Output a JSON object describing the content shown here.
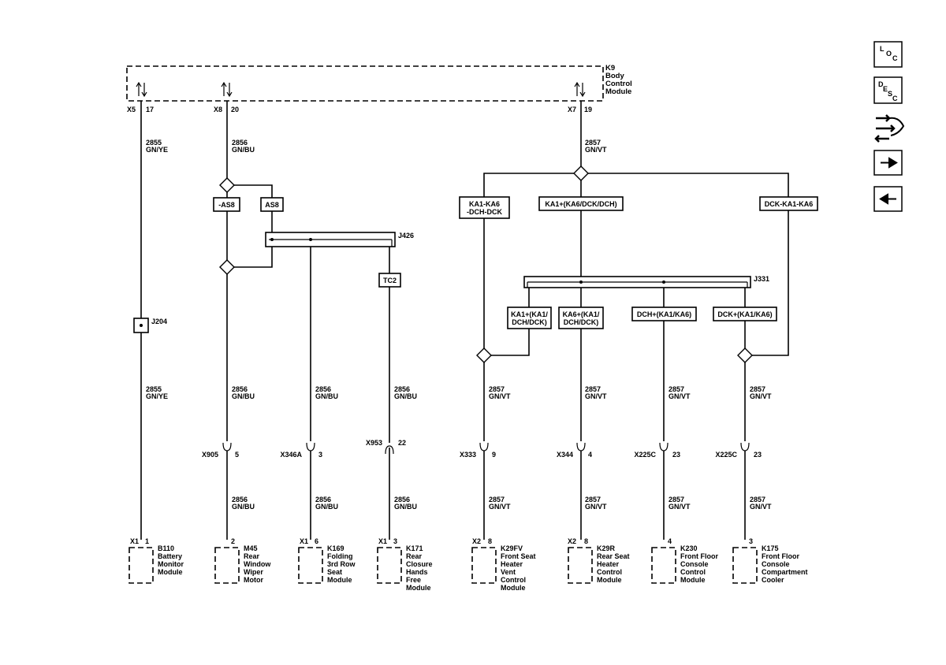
{
  "bcm": {
    "ref": "K9",
    "name": [
      "Body",
      "Control",
      "Module"
    ],
    "pins": [
      {
        "conn": "X5",
        "pin": "17"
      },
      {
        "conn": "X8",
        "pin": "20"
      },
      {
        "conn": "X7",
        "pin": "19"
      }
    ]
  },
  "circuits": {
    "c2855": {
      "num": "2855",
      "color": "GN/YE"
    },
    "c2856": {
      "num": "2856",
      "color": "GN/BU"
    },
    "c2857": {
      "num": "2857",
      "color": "GN/VT"
    }
  },
  "junctions": {
    "j204": "J204",
    "j426": "J426",
    "j331": "J331"
  },
  "option_labels": {
    "neg_as8": "-AS8",
    "as8": "AS8",
    "tc2": "TC2",
    "ka1_ka6_dch_dck": [
      "KA1-KA6",
      "-DCH-DCK"
    ],
    "ka1_ka6_dck_dch": "KA1+(KA6/DCK/DCH)",
    "dck_ka1_ka6": "DCK-KA1-KA6",
    "ka1_ka1_dch_dck": [
      "KA1+(KA1/",
      "DCH/DCK)"
    ],
    "ka6_ka1_dch_dck": [
      "KA6+(KA1/",
      "DCH/DCK)"
    ],
    "dch_ka1_ka6": "DCH+(KA1/KA6)",
    "dck_ka1_ka6_b": "DCK+(KA1/KA6)"
  },
  "inline_connectors": [
    {
      "conn": "X905",
      "pin": "5"
    },
    {
      "conn": "X346A",
      "pin": "3"
    },
    {
      "conn": "X953",
      "pin": "22"
    },
    {
      "conn": "X333",
      "pin": "9"
    },
    {
      "conn": "X344",
      "pin": "4"
    },
    {
      "conn": "X225C",
      "pin": "23"
    },
    {
      "conn": "X225C",
      "pin": "23"
    }
  ],
  "components": [
    {
      "conn": "X1",
      "pin": "1",
      "ref": "B110",
      "name": [
        "Battery",
        "Monitor",
        "Module"
      ]
    },
    {
      "conn": "",
      "pin": "2",
      "ref": "M45",
      "name": [
        "Rear",
        "Window",
        "Wiper",
        "Motor"
      ]
    },
    {
      "conn": "X1",
      "pin": "6",
      "ref": "K169",
      "name": [
        "Folding",
        "3rd Row",
        "Seat",
        "Module"
      ]
    },
    {
      "conn": "X1",
      "pin": "3",
      "ref": "K171",
      "name": [
        "Rear",
        "Closure",
        "Hands",
        "Free",
        "Module"
      ]
    },
    {
      "conn": "X2",
      "pin": "8",
      "ref": "K29FV",
      "name": [
        "Front Seat",
        "Heater",
        "Vent",
        "Control",
        "Module"
      ]
    },
    {
      "conn": "X2",
      "pin": "8",
      "ref": "K29R",
      "name": [
        "Rear Seat",
        "Heater",
        "Control",
        "Module"
      ]
    },
    {
      "conn": "",
      "pin": "4",
      "ref": "K230",
      "name": [
        "Front Floor",
        "Console",
        "Control",
        "Module"
      ]
    },
    {
      "conn": "",
      "pin": "3",
      "ref": "K175",
      "name": [
        "Front Floor",
        "Console",
        "Compartment",
        "Cooler"
      ]
    }
  ],
  "nav": {
    "loc": {
      "a": "L",
      "b": "O",
      "c": "C"
    },
    "desc": {
      "a": "D",
      "b": "E",
      "c": "S",
      "d": "C"
    },
    "icons": [
      "loc-button",
      "desc-button",
      "schematic-nav-icon",
      "forward-arrow-icon",
      "back-arrow-icon"
    ]
  }
}
